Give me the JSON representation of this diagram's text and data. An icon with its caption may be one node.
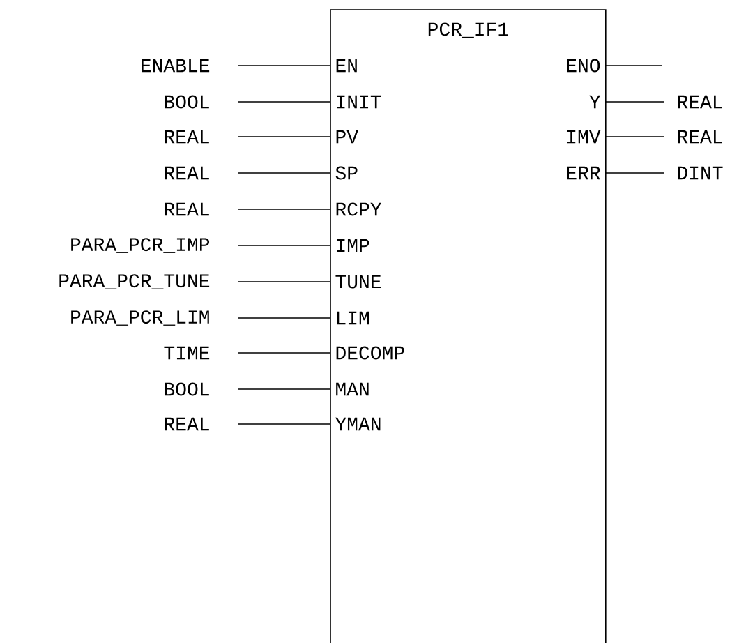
{
  "diagram": {
    "nodes": [
      {
        "text": [
          "PCR_IF1"
        ]
      },
      {
        "text": [
          "EN"
        ],
        "in": 0
      },
      {
        "text": [
          "INIT"
        ],
        "in": 0
      },
      {
        "text": [
          "PV"
        ],
        "in": 0
      },
      {
        "text": [
          "SP"
        ],
        "in": 0
      },
      {
        "text": [
          "RCPY"
        ],
        "in": 0
      },
      {
        "text": [
          "IMP"
        ],
        "in": 0
      },
      {
        "text": [
          "TUNE"
        ],
        "in": 0
      },
      {
        "text": [
          "LIM"
        ],
        "in": 0
      },
      {
        "text": [
          "DECOMP"
        ],
        "in": 0
      },
      {
        "text": [
          "MAN"
        ],
        "in": 0
      },
      {
        "text": [
          "YMAN"
        ],
        "in": 0
      },
      {
        "text": [
          "ENO"
        ],
        "in": 0
      },
      {
        "text": [
          "Y"
        ],
        "in": 0
      },
      {
        "text": [
          "IMV"
        ],
        "in": 0
      },
      {
        "text": [
          "ERR"
        ],
        "in": 0
      },
      {
        "text": [
          "ENABLE"
        ]
      },
      {
        "text": [
          "BOOL"
        ]
      },
      {
        "text": [
          "REAL"
        ]
      },
      {
        "text": [
          "REAL"
        ]
      },
      {
        "text": [
          "REAL"
        ]
      },
      {
        "text": [
          "PARA_PCR_IMP"
        ]
      },
      {
        "text": [
          "PARA_PCR_TUNE"
        ]
      },
      {
        "text": [
          "PARA_PCR_LIM"
        ]
      },
      {
        "text": [
          "TIME"
        ]
      },
      {
        "text": [
          "BOOL"
        ]
      },
      {
        "text": [
          "REAL"
        ]
      },
      {
        "text": [
          "REAL"
        ]
      },
      {
        "text": [
          "REAL"
        ]
      },
      {
        "text": [
          "DINT"
        ]
      }
    ],
    "edges": [
      {
        "from": 16,
        "to": 1,
        "arrow": "none"
      },
      {
        "from": 17,
        "to": 2,
        "arrow": "none"
      },
      {
        "from": 18,
        "to": 3,
        "arrow": "none"
      },
      {
        "from": 19,
        "to": 4,
        "arrow": "none"
      },
      {
        "from": 20,
        "to": 5,
        "arrow": "none"
      },
      {
        "from": 21,
        "to": 6,
        "arrow": "none"
      },
      {
        "from": 22,
        "to": 7,
        "arrow": "none"
      },
      {
        "from": 23,
        "to": 8,
        "arrow": "none"
      },
      {
        "from": 24,
        "to": 9,
        "arrow": "none"
      },
      {
        "from": 25,
        "to": 10,
        "arrow": "none"
      },
      {
        "from": 26,
        "to": 11,
        "arrow": "none"
      },
      {
        "from": 12,
        "to": null,
        "arrow": "none"
      },
      {
        "from": 13,
        "to": 27,
        "arrow": "none"
      },
      {
        "from": 14,
        "to": 28,
        "arrow": "none"
      },
      {
        "from": 15,
        "to": 29,
        "arrow": "none"
      }
    ]
  }
}
